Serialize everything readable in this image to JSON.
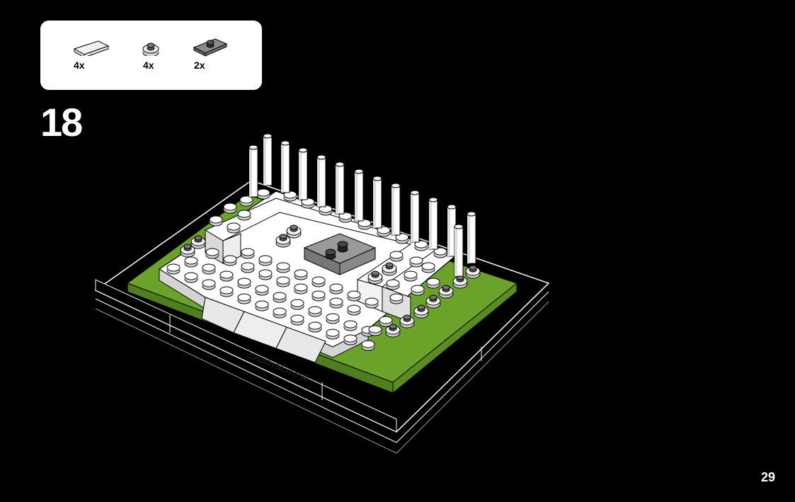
{
  "step": {
    "number": "18"
  },
  "page": {
    "number": "29"
  },
  "parts": [
    {
      "icon": "tile-1x2-white-icon",
      "quantity": "4x"
    },
    {
      "icon": "round-plate-1x1-icon",
      "quantity": "4x"
    },
    {
      "icon": "jumper-plate-1x2-dark-gray-icon",
      "quantity": "2x"
    }
  ],
  "model": {
    "base_text": "Lincoln Memorial"
  },
  "colors": {
    "background": "#000000",
    "callout": "#ffffff",
    "grass": "#6ba32a",
    "brick_white": "#ffffff",
    "brick_gray": "#8a8a8a",
    "dark_gray": "#555555"
  }
}
